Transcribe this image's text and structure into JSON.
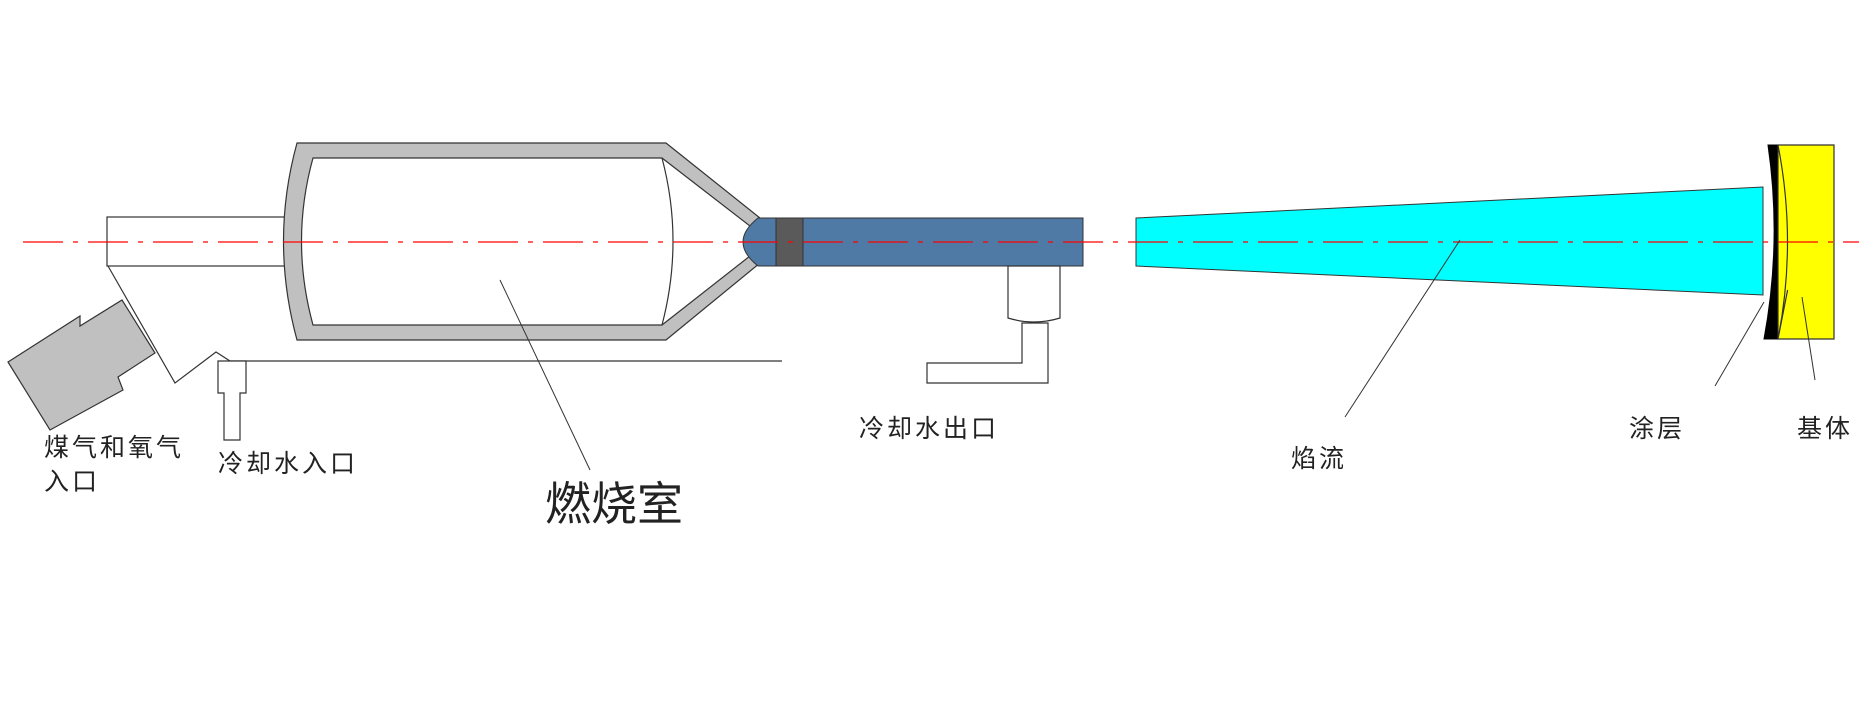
{
  "labels": {
    "gas_inlet_line1": "煤气和氧气",
    "gas_inlet_line2": "入口",
    "coolant_inlet": "冷却水入口",
    "combustion_chamber": "燃烧室",
    "coolant_outlet": "冷却水出口",
    "flame_jet": "焰流",
    "coating": "涂层",
    "substrate": "基体"
  },
  "colors": {
    "chamber_wall": "#c0c0c0",
    "barrel": "#4f7aa6",
    "barrel_ring": "#5a5a5a",
    "flame": "#00ffff",
    "coating": "#000000",
    "substrate": "#ffff00",
    "axis_line": "#ff0000"
  }
}
